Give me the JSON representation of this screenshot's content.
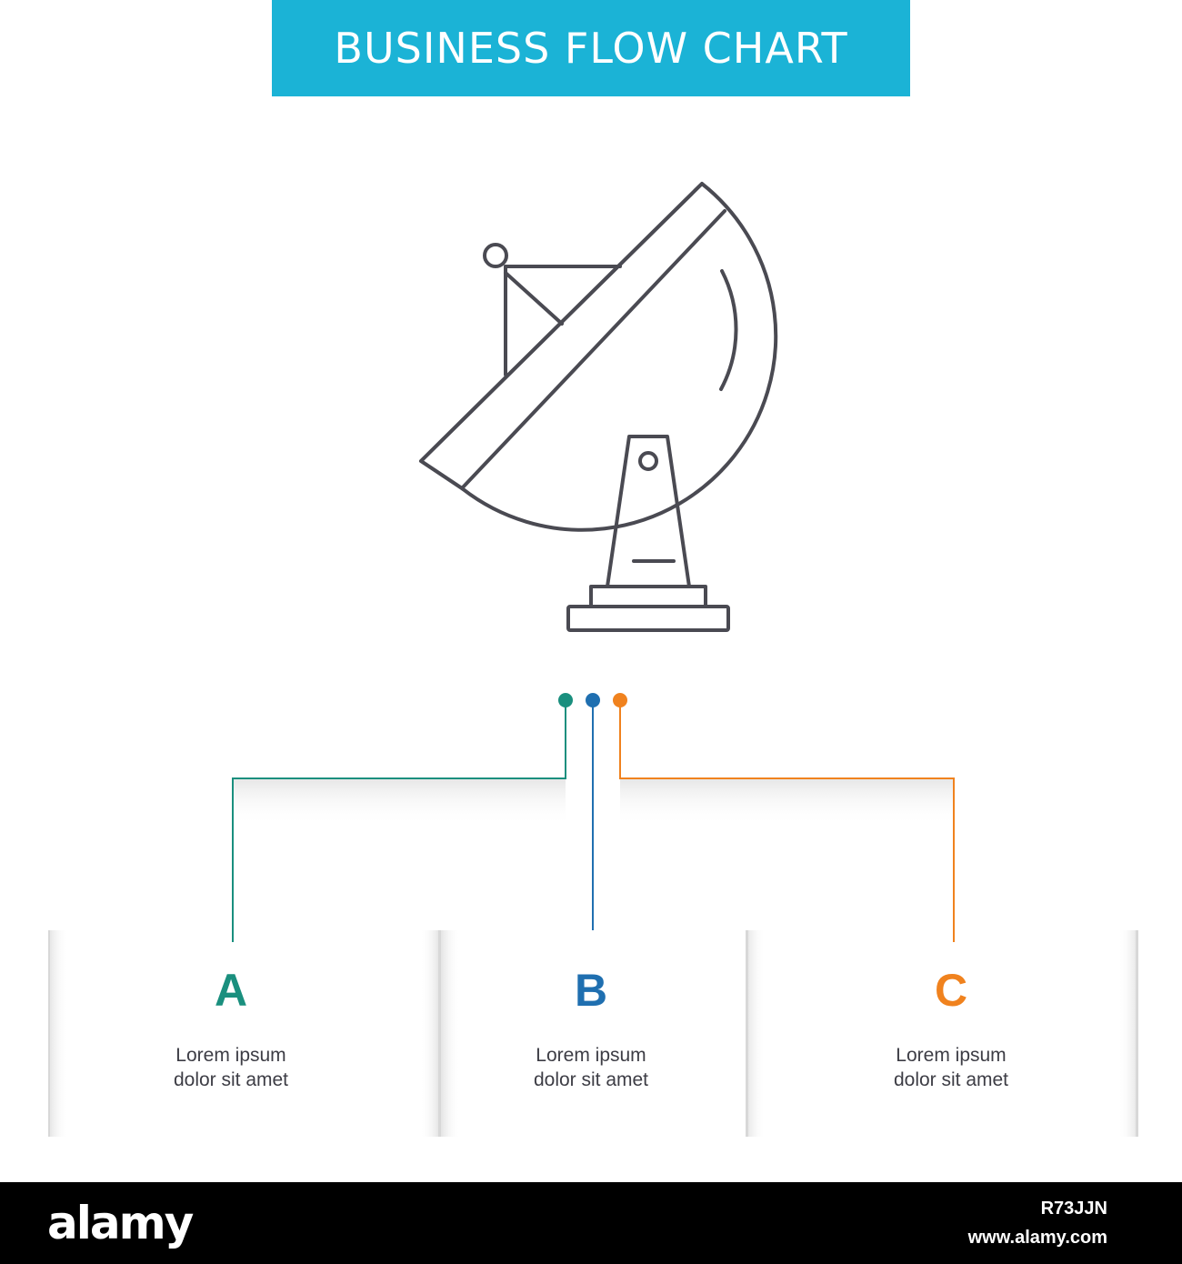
{
  "banner": {
    "title": "BUSINESS FLOW CHART",
    "color": "#1bb3d6"
  },
  "icon": {
    "name": "satellite-dish-icon",
    "stroke": "#4a4a52"
  },
  "colors": {
    "a": "#1a8f7e",
    "b": "#1f6fb0",
    "c": "#f0821e",
    "text": "#3d3d45"
  },
  "steps": [
    {
      "letter": "A",
      "line1": "Lorem ipsum",
      "line2": "dolor sit amet"
    },
    {
      "letter": "B",
      "line1": "Lorem ipsum",
      "line2": "dolor sit amet"
    },
    {
      "letter": "C",
      "line1": "Lorem ipsum",
      "line2": "dolor sit amet"
    }
  ],
  "footer": {
    "logo": "alamy",
    "image_id": "R73JJN",
    "url": "www.alamy.com"
  }
}
